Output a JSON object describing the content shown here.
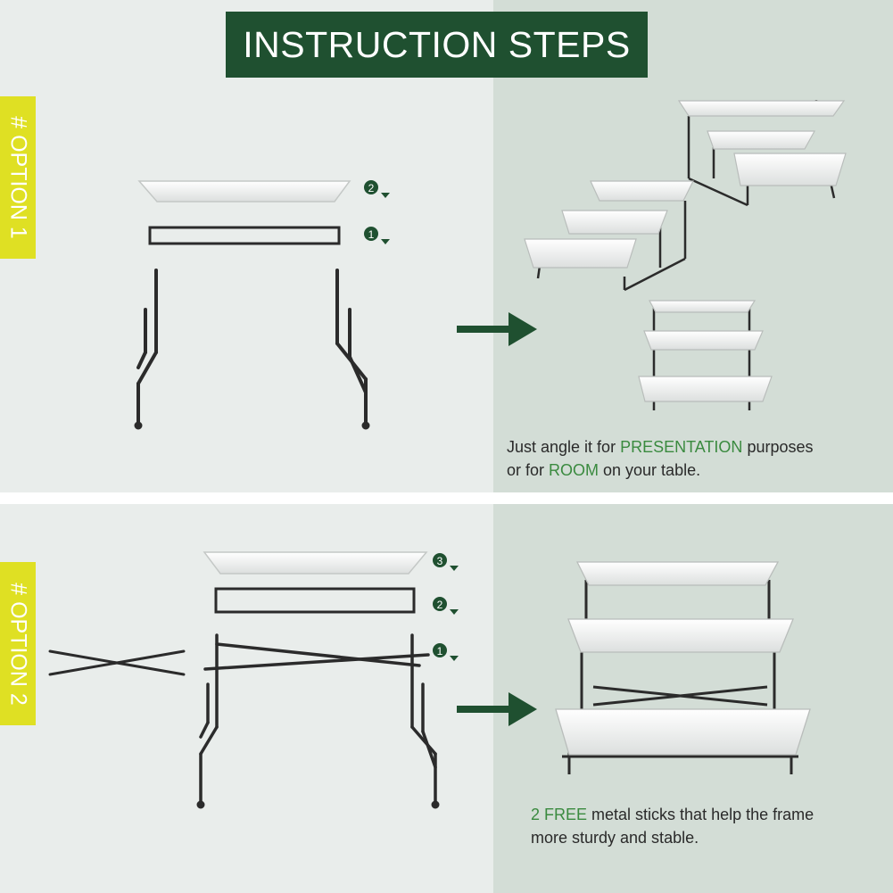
{
  "title": "INSTRUCTION STEPS",
  "option1": {
    "label": "# OPTION 1",
    "steps": [
      "1",
      "2"
    ],
    "caption": {
      "part1": "Just angle it for ",
      "highlight1": "PRESENTATION",
      "part2": " purposes",
      "part3": "or for ",
      "highlight2": "ROOM",
      "part4": " on your table."
    }
  },
  "option2": {
    "label": "# OPTION 2",
    "steps": [
      "1",
      "2",
      "3"
    ],
    "caption": {
      "highlight1": "2 FREE",
      "part1": " metal sticks that help the frame",
      "part2": "more sturdy and stable."
    }
  },
  "colors": {
    "title_bg": "#1f5030",
    "option_label_bg": "#dfe023",
    "arrow": "#1f5030",
    "highlight_text": "#3a8a3f",
    "left_panel_bg": "#e9edeb",
    "right_panel_bg": "#d3ddd6"
  },
  "icons": [
    "arrow-right-icon",
    "step-number-icon"
  ]
}
